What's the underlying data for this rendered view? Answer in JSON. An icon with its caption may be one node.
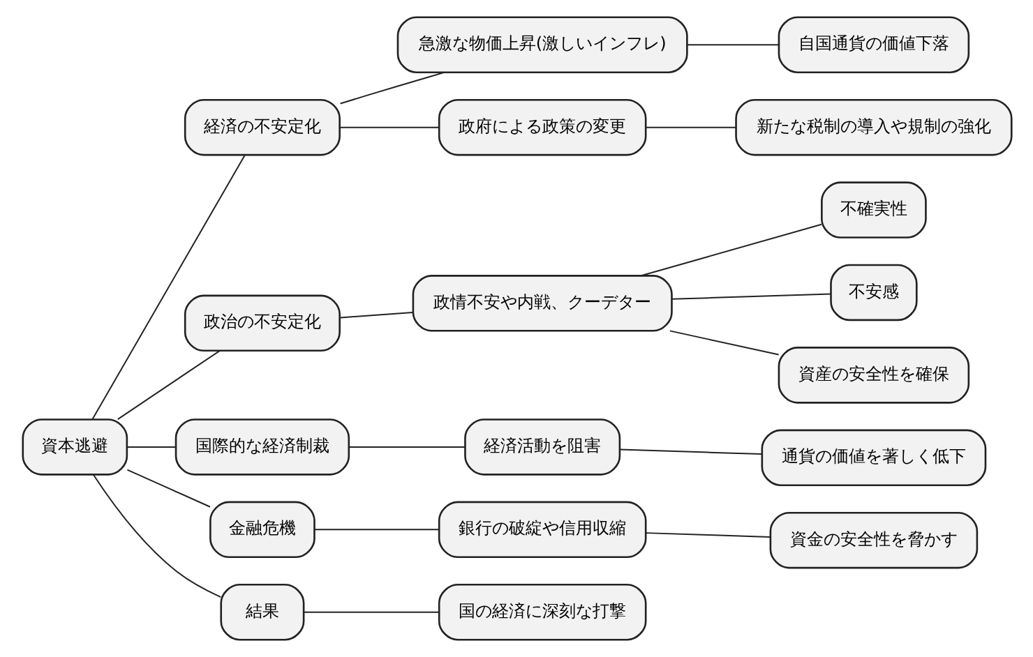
{
  "diagram": {
    "nodes": [
      {
        "text": [
          "資本逃避"
        ]
      },
      {
        "text": [
          "経済の不安定化"
        ]
      },
      {
        "text": [
          "急激な物価上昇(激しいインフレ)"
        ]
      },
      {
        "text": [
          "自国通貨の価値下落"
        ]
      },
      {
        "text": [
          "政府による政策の変更"
        ]
      },
      {
        "text": [
          "新たな税制の導入や規制の強化"
        ]
      },
      {
        "text": [
          "政治の不安定化"
        ]
      },
      {
        "text": [
          "政情不安や内戦、クーデター"
        ]
      },
      {
        "text": [
          "不確実性"
        ]
      },
      {
        "text": [
          "不安感"
        ]
      },
      {
        "text": [
          "資産の安全性を確保"
        ]
      },
      {
        "text": [
          "国際的な経済制裁"
        ]
      },
      {
        "text": [
          "経済活動を阻害"
        ]
      },
      {
        "text": [
          "通貨の価値を著しく低下"
        ]
      },
      {
        "text": [
          "金融危機"
        ]
      },
      {
        "text": [
          "銀行の破綻や信用収縮"
        ]
      },
      {
        "text": [
          "資金の安全性を脅かす"
        ]
      },
      {
        "text": [
          "結果"
        ]
      },
      {
        "text": [
          "国の経済に深刻な打撃"
        ]
      }
    ],
    "edges": [
      {
        "from": 0,
        "to": 1,
        "arrow": "none"
      },
      {
        "from": 1,
        "to": 2,
        "arrow": "none"
      },
      {
        "from": 2,
        "to": 3,
        "arrow": "none"
      },
      {
        "from": 1,
        "to": 4,
        "arrow": "none"
      },
      {
        "from": 4,
        "to": 5,
        "arrow": "none"
      },
      {
        "from": 0,
        "to": 6,
        "arrow": "none"
      },
      {
        "from": 6,
        "to": 7,
        "arrow": "none"
      },
      {
        "from": 7,
        "to": 8,
        "arrow": "none"
      },
      {
        "from": 7,
        "to": 9,
        "arrow": "none"
      },
      {
        "from": 7,
        "to": 10,
        "arrow": "none"
      },
      {
        "from": 0,
        "to": 11,
        "arrow": "none"
      },
      {
        "from": 11,
        "to": 12,
        "arrow": "none"
      },
      {
        "from": 12,
        "to": 13,
        "arrow": "none"
      },
      {
        "from": 0,
        "to": 14,
        "arrow": "none"
      },
      {
        "from": 14,
        "to": 15,
        "arrow": "none"
      },
      {
        "from": 15,
        "to": 16,
        "arrow": "none"
      },
      {
        "from": 0,
        "to": 17,
        "arrow": "none"
      },
      {
        "from": 17,
        "to": 18,
        "arrow": "none"
      }
    ]
  }
}
